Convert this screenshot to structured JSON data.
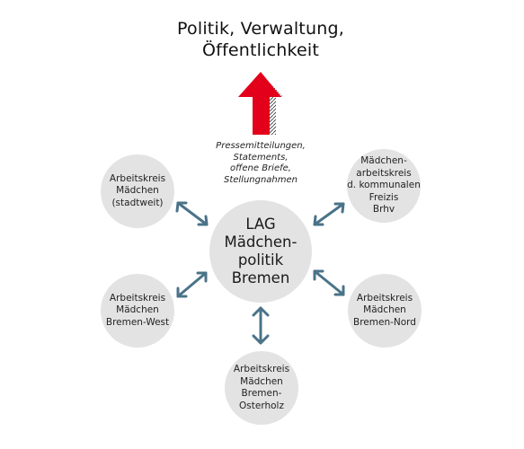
{
  "title": {
    "line1": "Politik, Verwaltung,",
    "line2": "Öffentlichkeit"
  },
  "annotation": [
    "Pressemitteilungen,",
    "Statements,",
    "offene Briefe,",
    "Stellungnahmen"
  ],
  "center": [
    "LAG",
    "Mädchen-",
    "politik",
    "Bremen"
  ],
  "nodes": {
    "stadtweit": [
      "Arbeitskreis",
      "Mädchen",
      "(stadtweit)"
    ],
    "freizis": [
      "Mädchen-",
      "arbeitskreis",
      "d. kommunalen",
      "Freizis",
      "Brhv"
    ],
    "west": [
      "Arbeitskreis",
      "Mädchen",
      "Bremen-West"
    ],
    "nord": [
      "Arbeitskreis",
      "Mädchen",
      "Bremen-Nord"
    ],
    "osterholz": [
      "Arbeitskreis",
      "Mädchen",
      "Bremen-",
      "Osterholz"
    ]
  },
  "colors": {
    "up_arrow": "#e2001a",
    "double_arrows": "#4a7388",
    "node_fill": "#e3e3e3"
  }
}
